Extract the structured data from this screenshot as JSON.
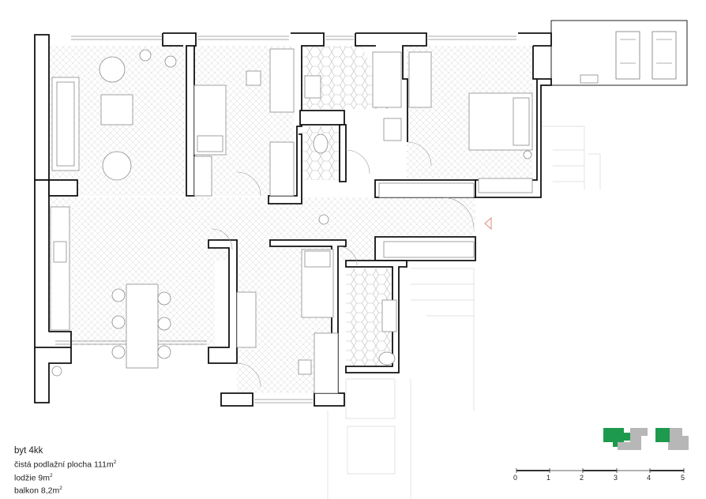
{
  "legend": {
    "title": "byt 4kk",
    "floor_area_label": "čistá podlažní plocha 111m",
    "floor_area_sup": "2",
    "loggia_label": "lodžie 9m",
    "loggia_sup": "2",
    "balcony_label": "balkon 8,2m",
    "balcony_sup": "2"
  },
  "scale_bar": {
    "labels": [
      "0",
      "1",
      "2",
      "3",
      "4",
      "5"
    ]
  },
  "colors": {
    "wall": "#111111",
    "furniture": "#8a8a8a",
    "hatch": "#cfcfcf",
    "key_highlight": "#1e9a4e",
    "key_grey": "#b7b7b7",
    "entrance_arrow": "#e08a7a"
  }
}
